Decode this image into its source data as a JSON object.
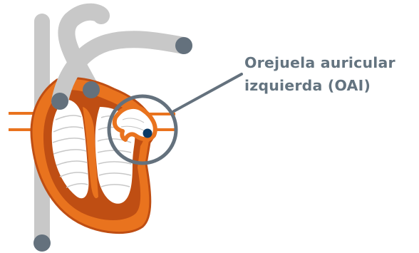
{
  "callout": {
    "line1": "Orejuela auricular",
    "line2": "izquierda (OAI)"
  },
  "colors": {
    "text": "#647480",
    "vessel_gray": "#c8c8c8",
    "vessel_cap": "#64717d",
    "heart_orange": "#e9731e",
    "heart_dark": "#bf4e13",
    "chamber_fill": "#ffffff",
    "muscle_lines": "#c8c8c8",
    "marker_blue": "#0a3a66",
    "circle_stroke": "#64717d"
  },
  "icons": {
    "marker": "laa-location-dot",
    "magnifier": "highlight-circle"
  }
}
